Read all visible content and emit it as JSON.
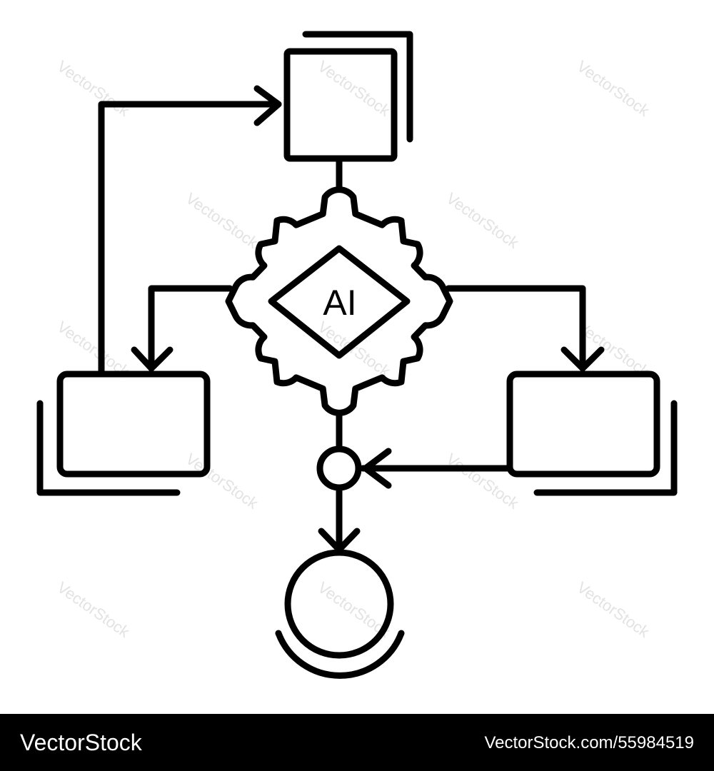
{
  "diagram": {
    "center_label": "AI",
    "stroke_color": "#000000",
    "background_color": "#ffffff"
  },
  "watermark": {
    "text": "VectorStock",
    "color": "#e3e3e3"
  },
  "footer": {
    "brand": "VectorStock",
    "image_id": "VectorStock.com/55984519",
    "background_color": "#000000",
    "text_color": "#ffffff"
  }
}
